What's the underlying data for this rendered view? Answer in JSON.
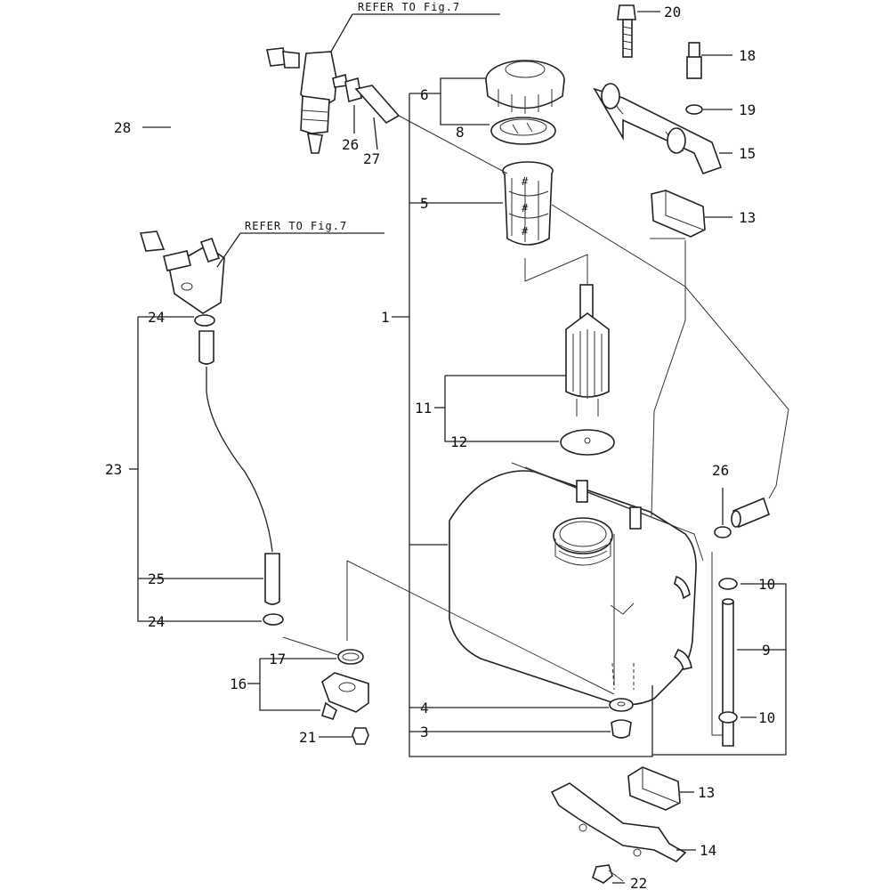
{
  "refer_label_top": "REFER TO Fig.7",
  "refer_label_mid": "REFER TO Fig.7",
  "callouts": {
    "n1": "1",
    "n3": "3",
    "n4": "4",
    "n5": "5",
    "n6": "6",
    "n8": "8",
    "n9": "9",
    "n10a": "10",
    "n10b": "10",
    "n11": "11",
    "n12": "12",
    "n13a": "13",
    "n13b": "13",
    "n14": "14",
    "n15": "15",
    "n16": "16",
    "n17": "17",
    "n18": "18",
    "n19": "19",
    "n20": "20",
    "n21": "21",
    "n22": "22",
    "n23": "23",
    "n24a": "24",
    "n24b": "24",
    "n25": "25",
    "n26a": "26",
    "n26b": "26",
    "n27": "27",
    "n28": "28"
  }
}
